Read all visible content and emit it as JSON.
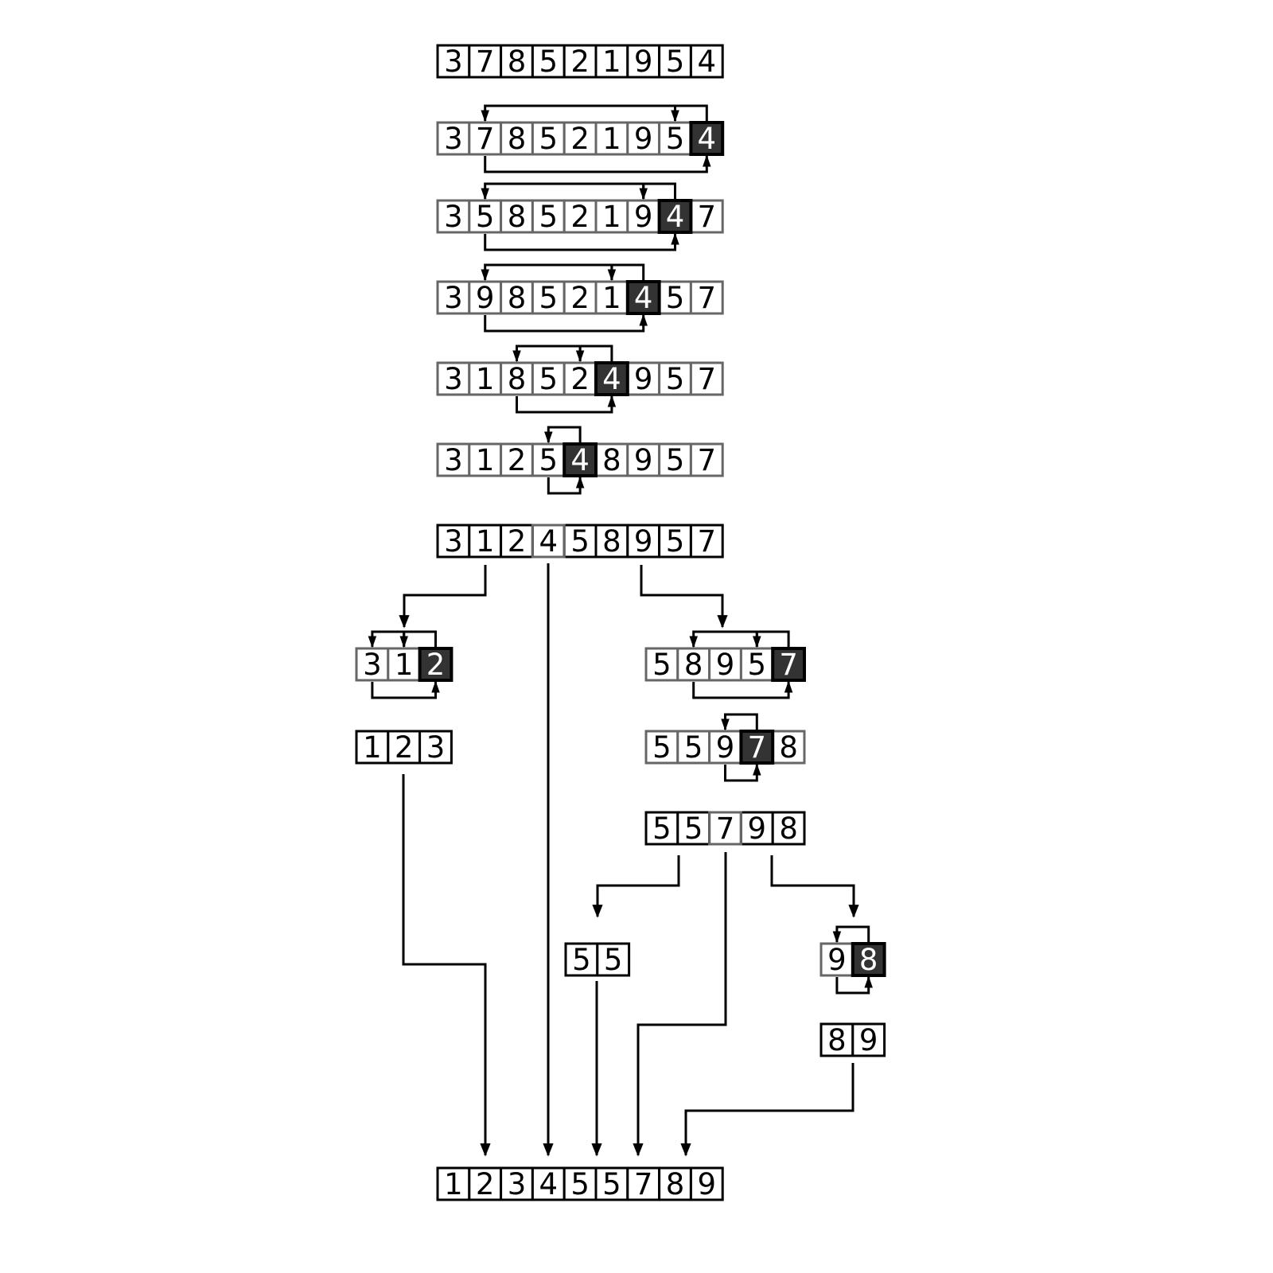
{
  "colors": {
    "background": "#ffffff",
    "line": "#000000",
    "cell_border_active": "#000000",
    "cell_border_partition": "#666666",
    "pivot_fill": "#333333",
    "pivot_text": "#ffffff",
    "text": "#000000"
  },
  "rows": [
    {
      "id": "initial",
      "values": [
        3,
        7,
        8,
        5,
        2,
        1,
        9,
        5,
        4
      ],
      "mode": "active"
    },
    {
      "id": "pass-1",
      "values": [
        3,
        7,
        8,
        5,
        2,
        1,
        9,
        5,
        4
      ],
      "mode": "partition",
      "pivot": 8
    },
    {
      "id": "pass-2",
      "values": [
        3,
        5,
        8,
        5,
        2,
        1,
        9,
        4,
        7
      ],
      "mode": "partition",
      "pivot": 7
    },
    {
      "id": "pass-3",
      "values": [
        3,
        9,
        8,
        5,
        2,
        1,
        4,
        5,
        7
      ],
      "mode": "partition",
      "pivot": 6
    },
    {
      "id": "pass-4",
      "values": [
        3,
        1,
        8,
        5,
        2,
        4,
        9,
        5,
        7
      ],
      "mode": "partition",
      "pivot": 5
    },
    {
      "id": "pass-5",
      "values": [
        3,
        1,
        2,
        5,
        4,
        8,
        9,
        5,
        7
      ],
      "mode": "partition",
      "pivot": 4
    },
    {
      "id": "partitioned",
      "values": [
        3,
        1,
        2,
        4,
        5,
        8,
        9,
        5,
        7
      ],
      "mode": "active",
      "placed": 3
    },
    {
      "id": "left-pass-1",
      "values": [
        3,
        1,
        2
      ],
      "mode": "partition",
      "pivot": 2
    },
    {
      "id": "left-sorted",
      "values": [
        1,
        2,
        3
      ],
      "mode": "active"
    },
    {
      "id": "right-pass-1",
      "values": [
        5,
        8,
        9,
        5,
        7
      ],
      "mode": "partition",
      "pivot": 4
    },
    {
      "id": "right-pass-2",
      "values": [
        5,
        5,
        9,
        7,
        8
      ],
      "mode": "partition",
      "pivot": 3
    },
    {
      "id": "right-partitioned",
      "values": [
        5,
        5,
        7,
        9,
        8
      ],
      "mode": "active",
      "placed": 2
    },
    {
      "id": "right-left",
      "values": [
        5,
        5
      ],
      "mode": "active"
    },
    {
      "id": "right-right-pass-1",
      "values": [
        9,
        8
      ],
      "mode": "partition",
      "pivot": 1
    },
    {
      "id": "right-right-sorted",
      "values": [
        8,
        9
      ],
      "mode": "active"
    },
    {
      "id": "final",
      "values": [
        1,
        2,
        3,
        4,
        5,
        5,
        7,
        8,
        9
      ],
      "mode": "active"
    }
  ]
}
